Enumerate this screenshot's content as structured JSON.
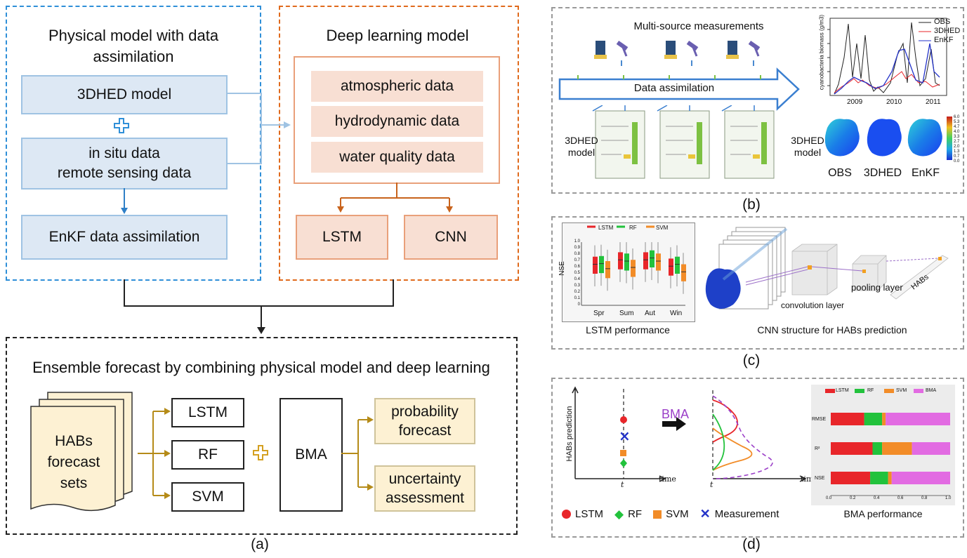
{
  "panel_a": {
    "physical_title": "Physical model with data assimilation",
    "model_label": "3DHED model",
    "insitu_label_1": "in situ data",
    "insitu_label_2": "remote sensing data",
    "enkf_label": "EnKF data assimilation",
    "dl_title": "Deep learning model",
    "data_items": [
      "atmospheric data",
      "hydrodynamic data",
      "water quality data"
    ],
    "lstm_label": "LSTM",
    "cnn_label": "CNN",
    "ensemble_title": "Ensemble forecast by combining physical model and deep learning",
    "habs_sets_label": [
      "HABs",
      "forecast",
      "sets"
    ],
    "models": [
      "LSTM",
      "RF",
      "SVM"
    ],
    "bma_label": "BMA",
    "prob_forecast": [
      "probability",
      "forecast"
    ],
    "uncertainty": [
      "uncertainty",
      "assessment"
    ],
    "caption": "(a)"
  },
  "panel_b": {
    "title": "Multi-source measurements",
    "arrow_label": "Data assimilation",
    "model_left": [
      "3DHED",
      "model"
    ],
    "model_right": [
      "3DHED",
      "model"
    ],
    "chart_ylabel": "cyanobacteria biomass (g/m3)",
    "chart_legend": [
      "OBS",
      "3DHED",
      "EnKF"
    ],
    "chart_xticks": [
      "2009",
      "2010",
      "2011"
    ],
    "map_labels": [
      "OBS",
      "3DHED",
      "EnKF"
    ],
    "colorbar_ticks": [
      "6.0",
      "5.3",
      "4.7",
      "4.0",
      "3.3",
      "2.7",
      "2.0",
      "1.3",
      "0.7",
      "0.0"
    ],
    "caption": "(b)"
  },
  "panel_c": {
    "legend": [
      "LSTM",
      "RF",
      "SVM"
    ],
    "ylabel": "NSE",
    "yticks": [
      "1.0",
      "0.9",
      "0.8",
      "0.7",
      "0.6",
      "0.5",
      "0.4",
      "0.3",
      "0.2",
      "0.1",
      "0"
    ],
    "xticks": [
      "Spr",
      "Sum",
      "Aut",
      "Win"
    ],
    "perf_caption": "LSTM performance",
    "conv_label": "convolution layer",
    "pool_label": "pooling layer",
    "habs_label": "HABs",
    "cnn_caption": "CNN structure for HABs prediction",
    "caption": "(c)"
  },
  "panel_d": {
    "ylabel": "HABs prediction",
    "time_label": "time",
    "t_label": "t",
    "bma_label": "BMA",
    "legend": [
      "LSTM",
      "RF",
      "SVM",
      "Measurement"
    ],
    "bar_legend": [
      "LSTM",
      "RF",
      "SVM",
      "BMA"
    ],
    "bar_rows": [
      "RMSE",
      "R²",
      "NSE"
    ],
    "bar_xticks": [
      "0.0",
      "0.2",
      "0.4",
      "0.6",
      "0.8",
      "1.0"
    ],
    "bar_caption": "BMA performance",
    "caption": "(d)"
  },
  "colors": {
    "lstm": "#e8262a",
    "rf": "#22c23c",
    "svm": "#f28c28",
    "bma": "#e26be2",
    "measure": "#2433c8"
  },
  "chart_data": [
    {
      "type": "line",
      "ylabel": "cyanobacteria biomass (g/m3)",
      "x": [
        "2009",
        "2010",
        "2011"
      ],
      "series": [
        {
          "name": "OBS"
        },
        {
          "name": "3DHED"
        },
        {
          "name": "EnKF"
        }
      ]
    },
    {
      "type": "bar",
      "title": "",
      "ylabel": "NSE",
      "categories": [
        "Spr",
        "Sum",
        "Aut",
        "Win"
      ],
      "series": [
        {
          "name": "LSTM",
          "values": [
            0.65,
            0.72,
            0.72,
            0.62
          ]
        },
        {
          "name": "RF",
          "values": [
            0.66,
            0.7,
            0.75,
            0.65
          ]
        },
        {
          "name": "SVM",
          "values": [
            0.58,
            0.6,
            0.7,
            0.53
          ]
        }
      ],
      "ylim": [
        0,
        1.0
      ]
    },
    {
      "type": "bar",
      "orientation": "horizontal-stacked",
      "categories": [
        "RMSE",
        "R²",
        "NSE"
      ],
      "series": [
        {
          "name": "LSTM",
          "values": [
            0.28,
            0.35,
            0.33
          ]
        },
        {
          "name": "RF",
          "values": [
            0.15,
            0.08,
            0.15
          ]
        },
        {
          "name": "SVM",
          "values": [
            0.03,
            0.25,
            0.03
          ]
        },
        {
          "name": "BMA",
          "values": [
            0.54,
            0.32,
            0.49
          ]
        }
      ],
      "xlim": [
        0,
        1.0
      ]
    }
  ]
}
